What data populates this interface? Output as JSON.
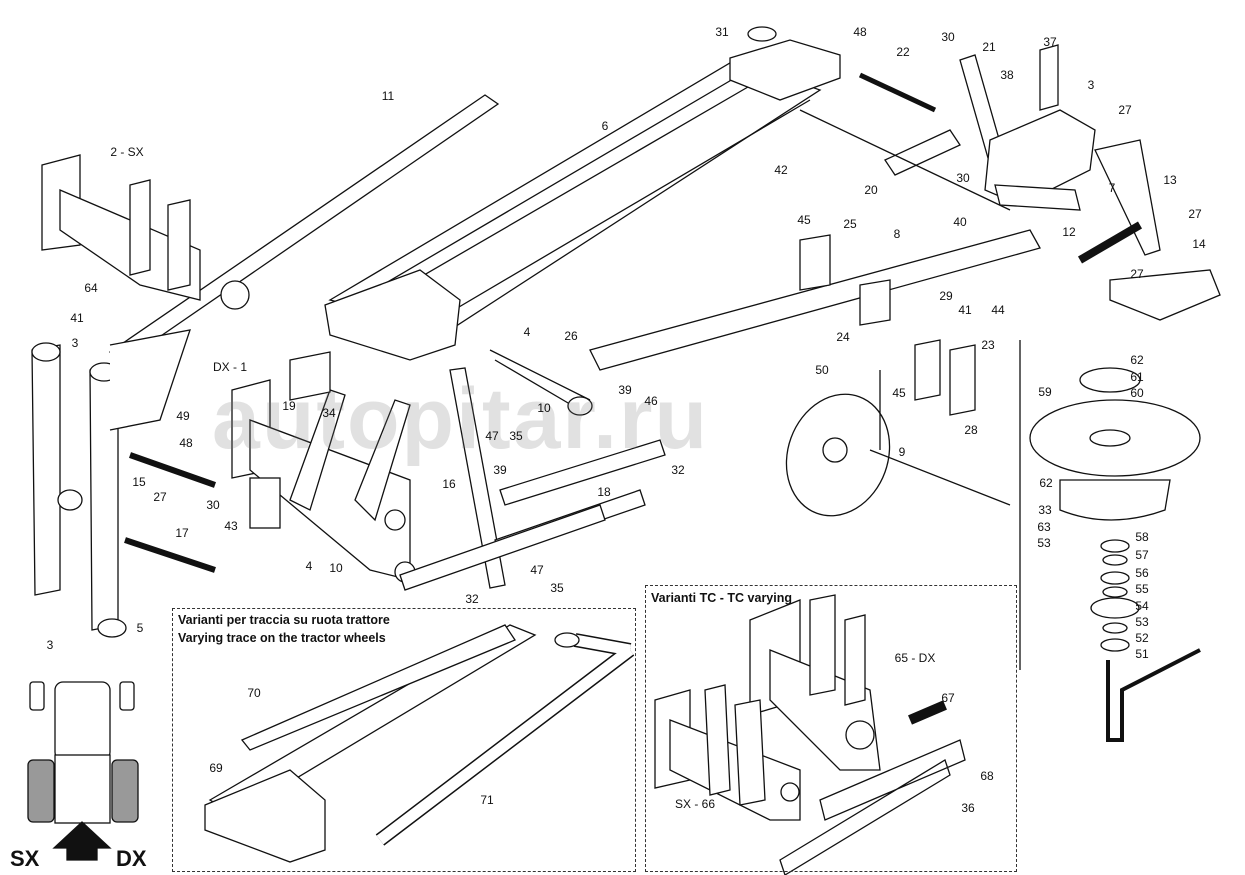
{
  "watermark": "autopitar.ru",
  "sections": {
    "trace_title_it": "Varianti per traccia su ruota trattore",
    "trace_title_en": "Varying trace on the tractor wheels",
    "tc_title": "Varianti TC - TC varying"
  },
  "direction": {
    "left": "SX",
    "right": "DX"
  },
  "callouts": [
    "31",
    "48",
    "22",
    "30",
    "21",
    "37",
    "38",
    "3",
    "27",
    "11",
    "6",
    "42",
    "20",
    "30",
    "13",
    "7",
    "2 - SX",
    "45",
    "25",
    "8",
    "40",
    "27",
    "12",
    "14",
    "27",
    "64",
    "41",
    "44",
    "29",
    "41",
    "24",
    "4",
    "26",
    "23",
    "3",
    "DX - 1",
    "50",
    "45",
    "39",
    "46",
    "62",
    "61",
    "60",
    "59",
    "19",
    "34",
    "10",
    "47",
    "35",
    "28",
    "49",
    "48",
    "9",
    "32",
    "62",
    "39",
    "16",
    "18",
    "15",
    "30",
    "27",
    "33",
    "43",
    "17",
    "63",
    "53",
    "58",
    "57",
    "56",
    "55",
    "54",
    "53",
    "52",
    "51",
    "4",
    "10",
    "47",
    "35",
    "32",
    "5",
    "3",
    "67",
    "70",
    "69",
    "71",
    "68",
    "36",
    "65 - DX",
    "SX - 66"
  ]
}
